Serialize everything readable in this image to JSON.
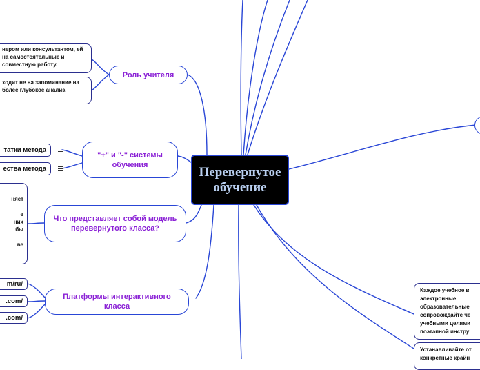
{
  "central": "Перевернутое обучение",
  "branches": {
    "role": {
      "label": "Роль учителя",
      "children": [
        "нером или консультантом, ей на самостоятельные и совместную работу.",
        "ходит не на запоминание на более глубокое анализ."
      ]
    },
    "proscons": {
      "label": "\"+\" и \"-\" системы обучения",
      "children": [
        "татки метода",
        "ества метода"
      ]
    },
    "model": {
      "label": "Что представляет собой модель перевернутого класса?",
      "children": [
        "няет\n\nе\nних\nбы\n\nве"
      ]
    },
    "platforms": {
      "label": "Платформы интерактивного класса",
      "children": [
        "m/ru/",
        ".com/",
        ".com/"
      ]
    },
    "right": {
      "children": [
        "Каждое учебное в электронные образовательные сопровождайте че учебными целями поэтапной инстру",
        "Устанавливайте от конкретные крайн"
      ]
    }
  }
}
